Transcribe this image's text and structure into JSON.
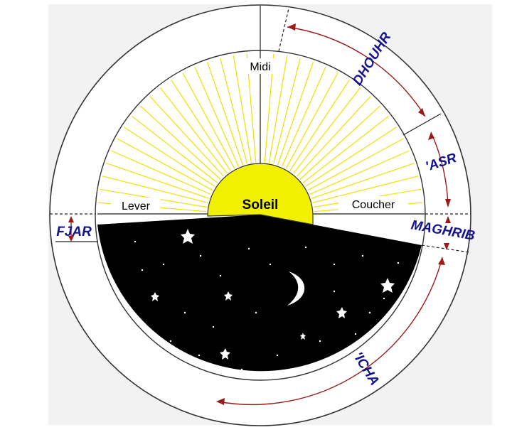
{
  "diagram": {
    "labels": {
      "noon": "Midi",
      "sunrise": "Lever",
      "sunset": "Coucher",
      "sun": "Soleil"
    },
    "prayers": {
      "fajr": "FJAR",
      "dhuhr": "DHOUHR",
      "asr": "'ASR",
      "maghrib": "MAGHRIB",
      "isha": "'ICHA"
    },
    "colors": {
      "rays": "#f0e000",
      "sun": "#f0f000",
      "night": "#000000",
      "arrows": "#9a1a1a",
      "prayer_text": "#14148c"
    }
  }
}
